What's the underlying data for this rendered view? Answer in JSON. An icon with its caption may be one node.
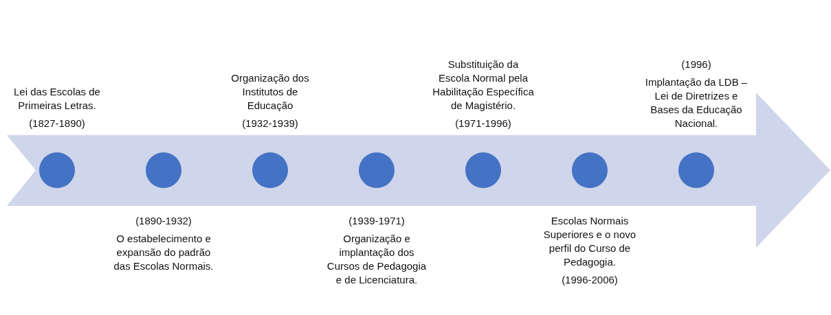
{
  "diagram": {
    "nodes": [
      {
        "text": [],
        "shape": "circle",
        "beside": [
          "Lei das Escolas de Primeiras Letras.",
          "(1827-1890)"
        ]
      },
      {
        "text": [],
        "shape": "circle",
        "beside": [
          "(1890-1932)",
          "O estabelecimento e expansão do padrão das Escolas Normais."
        ]
      },
      {
        "text": [],
        "shape": "circle",
        "beside": [
          "Organização dos Institutos de Educação",
          "(1932-1939)"
        ]
      },
      {
        "text": [],
        "shape": "circle",
        "beside": [
          "(1939-1971)",
          "Organização e implantação dos Cursos de Pedagogia e de Licenciatura."
        ]
      },
      {
        "text": [],
        "shape": "circle",
        "beside": [
          "Substituição da Escola Normal pela Habilitação Específica de Magistério.",
          "(1971-1996)"
        ]
      },
      {
        "text": [],
        "shape": "circle",
        "beside": [
          "Escolas Normais Superiores e o novo perfil do Curso de Pedagogia.",
          "(1996-2006)"
        ]
      },
      {
        "text": [],
        "shape": "circle",
        "beside": [
          "(1996)",
          "Implantação da LDB – Lei de Diretrizes e Bases da Educação Nacional."
        ]
      }
    ]
  }
}
